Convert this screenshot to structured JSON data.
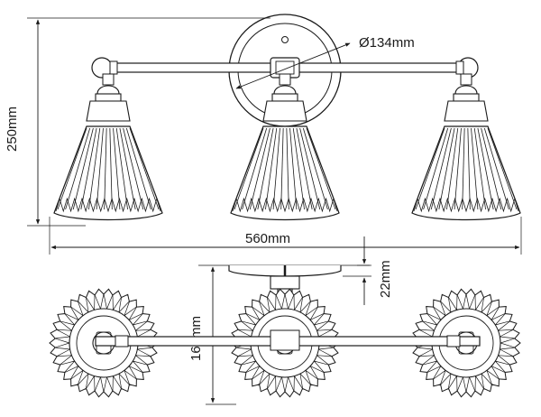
{
  "dimensions": {
    "diameter": "Ø134mm",
    "height": "250mm",
    "width": "560mm",
    "depth": "22mm",
    "projection": "167mm"
  },
  "colors": {
    "line": "#1a1a1a",
    "background": "#ffffff"
  }
}
